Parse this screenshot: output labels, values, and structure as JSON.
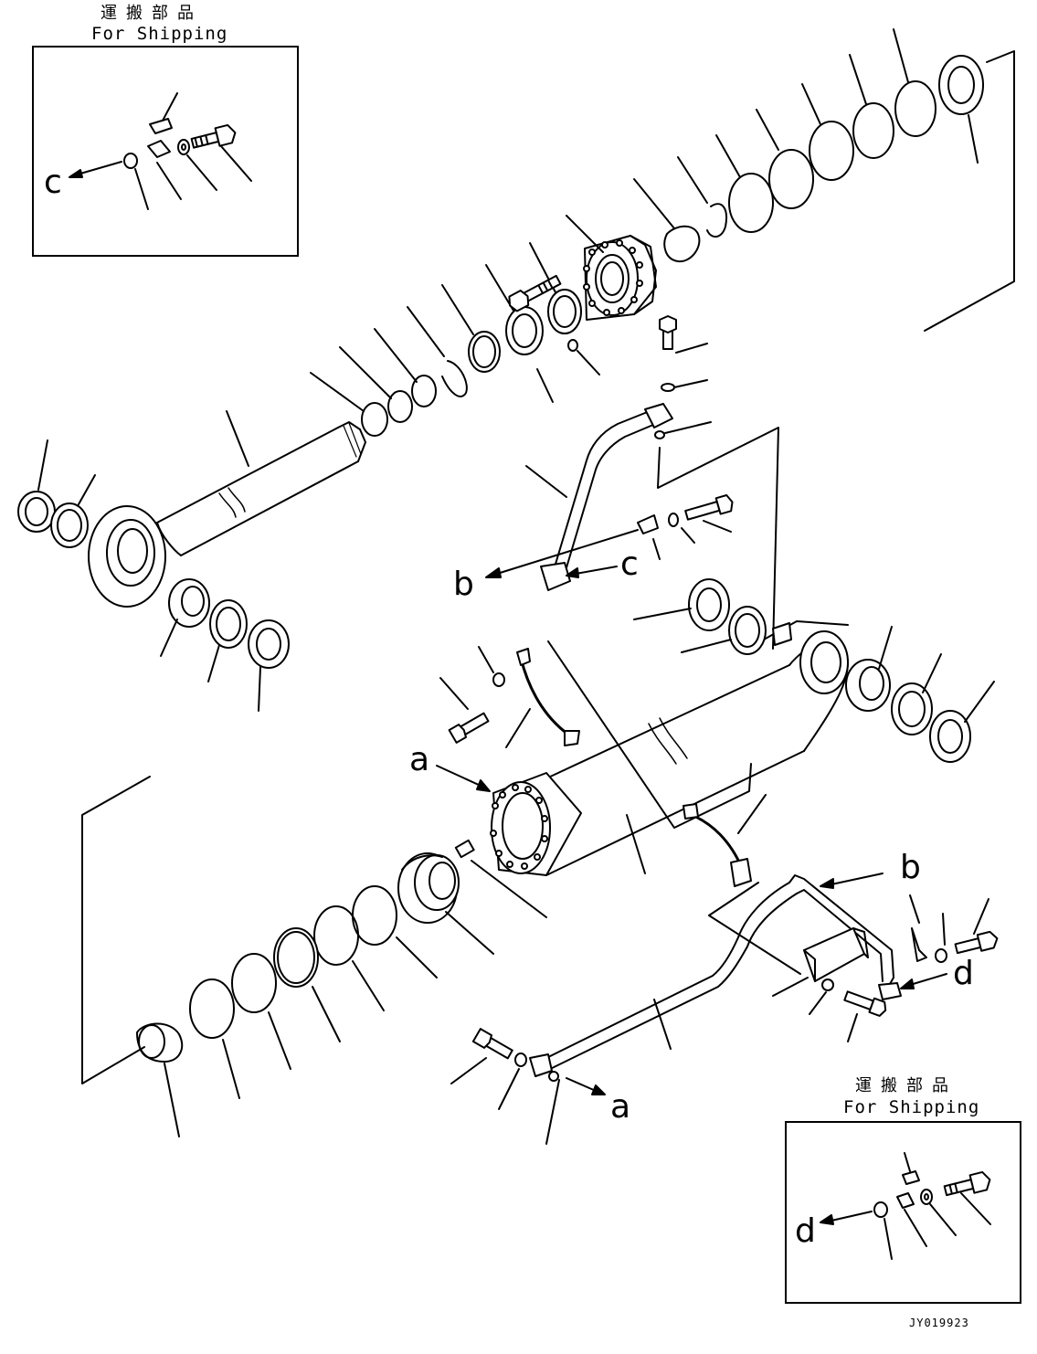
{
  "shipping_box_top": {
    "jp": "運搬部品",
    "en": "For Shipping"
  },
  "shipping_box_bottom": {
    "jp": "運搬部品",
    "en": "For Shipping"
  },
  "reference_labels": {
    "c_box": "c",
    "c_main": "c",
    "b_main": "b",
    "b_right": "b",
    "a_head": "a",
    "a_pipe": "a",
    "d_main": "d",
    "d_box": "d"
  },
  "drawing_code": "JY019923",
  "colors": {
    "line": "#000000",
    "background": "#ffffff"
  }
}
